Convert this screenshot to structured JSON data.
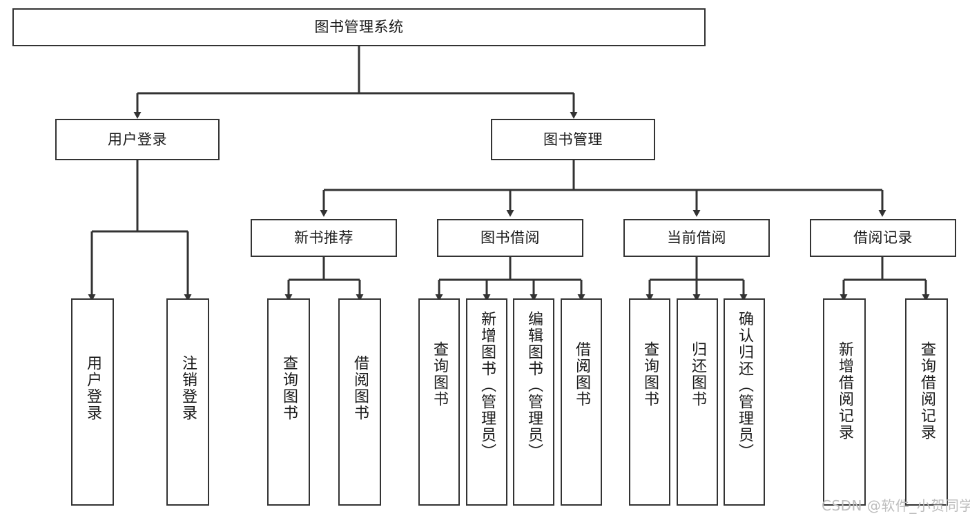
{
  "diagram": {
    "type": "tree-hierarchy",
    "title": "图书管理系统",
    "root": {
      "label": "图书管理系统"
    },
    "level1": [
      {
        "label": "用户登录"
      },
      {
        "label": "图书管理"
      }
    ],
    "level2": [
      {
        "label": "新书推荐"
      },
      {
        "label": "图书借阅"
      },
      {
        "label": "当前借阅"
      },
      {
        "label": "借阅记录"
      }
    ],
    "leaves": {
      "user_login": [
        {
          "label": "用户登录"
        },
        {
          "label": "注销登录"
        }
      ],
      "new_book_recommend": [
        {
          "label": "查询图书"
        },
        {
          "label": "借阅图书"
        }
      ],
      "book_borrow": [
        {
          "label": "查询图书"
        },
        {
          "label": "新增图书（管理员）"
        },
        {
          "label": "编辑图书（管理员）"
        },
        {
          "label": "借阅图书"
        }
      ],
      "current_borrow": [
        {
          "label": "查询图书"
        },
        {
          "label": "归还图书"
        },
        {
          "label": "确认归还（管理员）"
        }
      ],
      "borrow_record": [
        {
          "label": "新增借阅记录"
        },
        {
          "label": "查询借阅记录"
        }
      ]
    }
  },
  "watermark": {
    "text": "CSDN @软件_小贺同学"
  },
  "colors": {
    "stroke": "#333333",
    "background": "#ffffff",
    "text": "#1a1a1a",
    "watermark": "#bdbdbd"
  }
}
